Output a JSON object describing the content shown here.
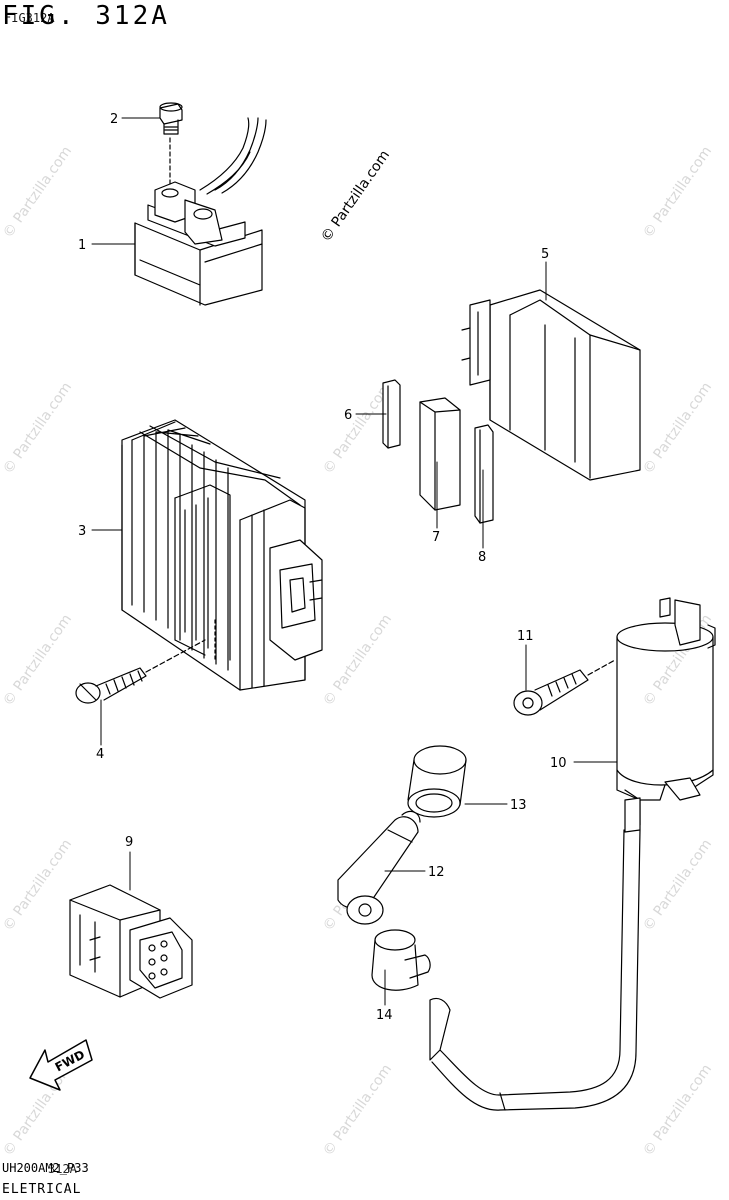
{
  "figure": {
    "title": "FIG. 312A",
    "title_overlay": "FIG312A",
    "reference_code": "UH200AM2_P33",
    "reference_overlay": "312A",
    "section": "ELETRICAL"
  },
  "watermark": {
    "main_text": "© Partzilla.com",
    "repeat_text": "© Partzilla.com"
  },
  "callouts": [
    "1",
    "2",
    "3",
    "4",
    "5",
    "6",
    "7",
    "8",
    "9",
    "10",
    "11",
    "12",
    "13",
    "14"
  ],
  "fwd_label": "FWD"
}
